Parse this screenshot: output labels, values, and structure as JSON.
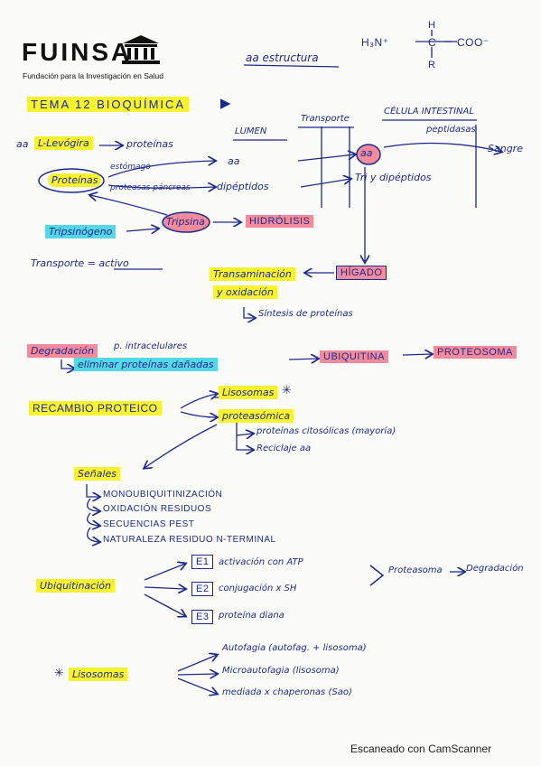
{
  "logo": {
    "name": "FUINSA",
    "subtitle": "Fundación para la Investigación en Salud"
  },
  "structure": {
    "label": "aa estructura",
    "formula_left": "H₃N⁺",
    "formula_c": "C",
    "formula_right": "COO⁻",
    "top": "H",
    "bottom": "R"
  },
  "title": "TEMA 12 BIOQUÍMICA",
  "headers": {
    "lumen": "LUMEN",
    "transport": "Transporte",
    "cell": "CÉLULA INTESTINAL"
  },
  "notes": {
    "aa_levogira": "aa",
    "l_levogira": "L-Levógira",
    "proteinas": "proteínas",
    "proteinas_oval": "Proteínas",
    "estomago": "estómago",
    "pancreas": "proteasas páncreas",
    "aa_free": "aa",
    "dipeptidos": "dipéptidos",
    "aa_circle": "aa",
    "tri_di": "Tri y dipéptidos",
    "peptidasas": "peptidasas",
    "sangre": "Sangre",
    "tripsinogeno": "Tripsinógeno",
    "tripsina": "Tripsina",
    "hidrolisis": "HIDRÓLISIS",
    "transporte": "Transporte = activo",
    "higado": "HÍGADO",
    "transaminacion": "Transaminación",
    "oxidacion": "y oxidación",
    "sintesis": "Síntesis de proteínas",
    "degradacion": "Degradación",
    "intracelulares": "p. intracelulares",
    "elimina": "eliminar proteínas dañadas",
    "ubiquitina": "UBIQUITINA",
    "proteosoma": "PROTEOSOMA",
    "recambio": "RECAMBIO PROTEICO",
    "lisosomas": "Lisosomas",
    "asterisk1": "✳",
    "proteasomica": "proteasómica",
    "citosolicas": "proteínas citosólicas (mayoría)",
    "reciclaje": "Reciclaje aa",
    "senales": "Señales",
    "s1": "MONOUBIQUITINIZACIÓN",
    "s2": "OXIDACIÓN RESIDUOS",
    "s3": "SECUENCIAS PEST",
    "s4": "NATURALEZA RESIDUO N-TERMINAL",
    "ubiquitinacion": "Ubiquitinación",
    "e1": "E1",
    "e1_text": "activación con ATP",
    "e2": "E2",
    "e2_text": "conjugación x SH",
    "e3": "E3",
    "e3_text": "proteína diana",
    "proteasoma": "Proteasoma",
    "degradacion2": "Degradación",
    "asterisk2": "✳",
    "lisosomas2": "Lisosomas",
    "autofagia": "Autofagia (autofag. + lisosoma)",
    "microautofagia": "Microautofagia (lisosoma)",
    "chaperonas": "mediada x chaperonas (Sao)"
  },
  "footer": "Escaneado con CamScanner"
}
